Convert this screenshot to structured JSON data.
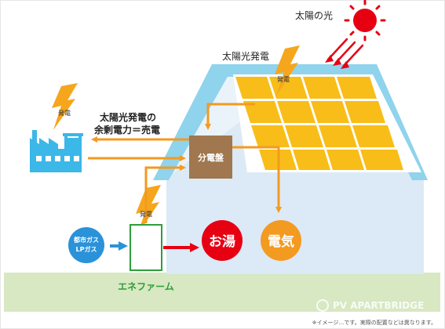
{
  "labels": {
    "sunlight": "太陽の光",
    "solar_generation": "太陽光発電",
    "surplus_line1": "太陽光発電の",
    "surplus_line2": "余剰電力＝売電",
    "distribution_board": "分電盤",
    "hot_water": "お湯",
    "electricity": "電気",
    "gas_line1": "都市ガス",
    "gas_line2": "LPガス",
    "enefarm": "エネファーム",
    "generation_panel": "発電",
    "generation_plant": "発電",
    "generation_enefarm": "発電",
    "watermark": "PV APARTBRIDGE",
    "footnote": "※イメージ…です。実際の配置などは異なります。"
  },
  "colors": {
    "sky": "#ffffff",
    "house_wall": "#dce9f6",
    "roof": "#8fd3ec",
    "panel": "#f8bd18",
    "panel_grid": "#ffffff",
    "ground": "#d7e8c2",
    "arrow_orange": "#f39a21",
    "arrow_red": "#e60012",
    "arrow_blue": "#2a92d9",
    "arrow_brown": "#8b6b4a",
    "board": "#a0774e",
    "hot_water": "#e60012",
    "electricity": "#f39a21",
    "gas": "#2a92d9",
    "enefarm_border": "#2f9e3a",
    "enefarm_text": "#2f9e3a",
    "plant": "#3bb7e8",
    "sun": "#e60012",
    "bolt": "#f5a61c"
  }
}
